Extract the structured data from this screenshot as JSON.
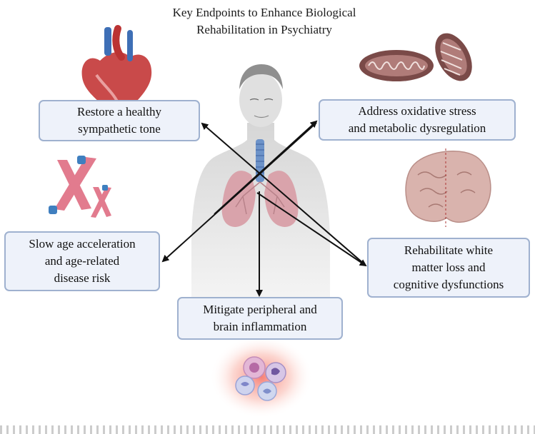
{
  "title": {
    "line1": "Key Endpoints to Enhance Biological",
    "line2": "Rehabilitation in Psychiatry"
  },
  "boxes": {
    "sympathetic": {
      "line1": "Restore a healthy",
      "line2": "sympathetic tone"
    },
    "oxidative": {
      "line1": "Address oxidative stress",
      "line2": "and metabolic dysregulation"
    },
    "age": {
      "line1": "Slow age acceleration",
      "line2": "and age-related",
      "line3": "disease risk"
    },
    "white_matter": {
      "line1": "Rehabilitate white",
      "line2": "matter loss and",
      "line3": "cognitive dysfunctions"
    },
    "inflammation": {
      "line1": "Mitigate peripheral and",
      "line2": "brain inflammation"
    }
  },
  "icons": [
    "heart-icon",
    "mitochondria-icon",
    "chromosome-icon",
    "brain-section-icon",
    "human-torso-icon",
    "lungs-icon",
    "immune-cells-icon"
  ],
  "colors": {
    "box_fill": "#eef2fa",
    "box_border": "#9fb1cf",
    "arrow": "#111111",
    "lung": "#d9a3ab",
    "skin": "#e4e4e4"
  }
}
